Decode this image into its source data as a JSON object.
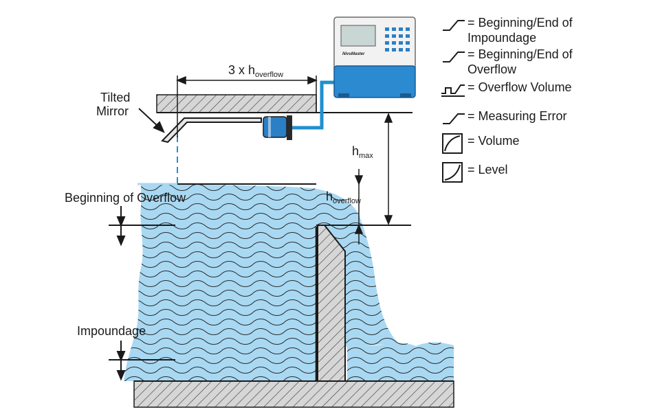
{
  "labels": {
    "tilted_mirror_1": "Tilted",
    "tilted_mirror_2": "Mirror",
    "three_x_h": "3 x h",
    "three_x_h_sub": "overflow",
    "h_max": "h",
    "h_max_sub": "max",
    "h_overflow": "h",
    "h_overflow_sub": "overflow",
    "beginning_of_overflow": "Beginning of Overflow",
    "impoundage": "Impoundage",
    "device_brand": "NivuMaster"
  },
  "legend": [
    {
      "icon": "switch-point-icon",
      "text": "= Beginning/End of\nImpoundage"
    },
    {
      "icon": "switch-point-icon",
      "text": "= Beginning/End of\nOverflow"
    },
    {
      "icon": "overflow-volume-icon",
      "text": "= Overflow Volume"
    },
    {
      "icon": "switch-point-icon",
      "text": "= Measuring Error"
    },
    {
      "icon": "volume-icon",
      "text": "= Volume"
    },
    {
      "icon": "level-icon",
      "text": "= Level"
    }
  ],
  "colors": {
    "water": "#a9d8f2",
    "pipe": "#1f8fd0",
    "device_body": "#2b8ad0",
    "display": "#c8d6d4",
    "hatch": "#cfcfcf"
  }
}
